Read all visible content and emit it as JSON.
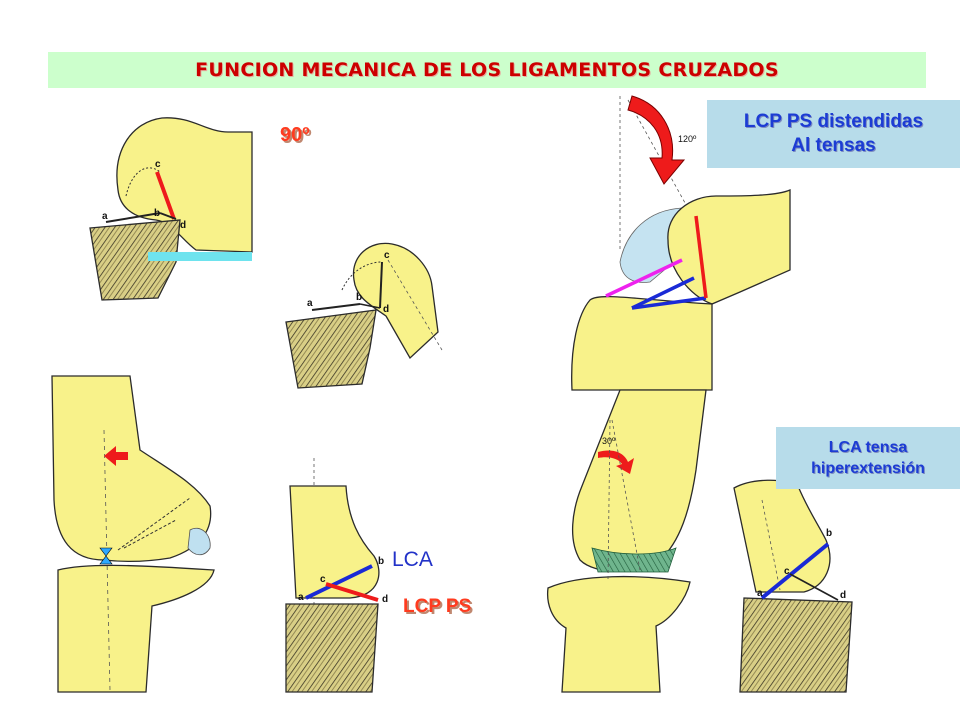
{
  "title": "FUNCION MECANICA DE LOS LIGAMENTOS CRUZADOS",
  "labels": {
    "angle_90": "90º",
    "angle_120": "120º",
    "angle_30": "30º",
    "lca": "LCA",
    "lcp_ps": "LCP PS"
  },
  "box_flexion": {
    "line1": "LCP  PS distendidas",
    "line2": "Al tensas"
  },
  "box_hyperextension": {
    "line1": "LCA tensa",
    "line2": "hiperextensión"
  },
  "points": {
    "a": "a",
    "b": "b",
    "c": "c",
    "d": "d"
  },
  "colors": {
    "bone": "#f8f28a",
    "title_bg": "#ccffcc",
    "title_text": "#cc0000",
    "box_bg": "#b7dcea",
    "box_text": "#1c3cd4",
    "ligament_red": "#ee1b1b",
    "ligament_blue": "#1a2ad6",
    "ligament_magenta": "#ee22ee",
    "meniscus": "#bfe0f0",
    "cartilage_green": "#3e9a6a"
  }
}
